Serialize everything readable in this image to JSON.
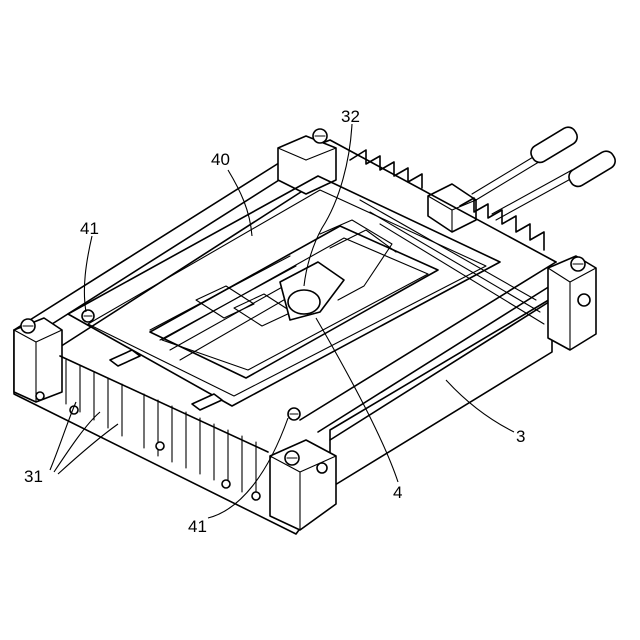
{
  "figure": {
    "labels": {
      "l32": "32",
      "l40": "40",
      "l41_top": "41",
      "l41_bottom": "41",
      "l31": "31",
      "l3": "3",
      "l4": "4"
    }
  }
}
